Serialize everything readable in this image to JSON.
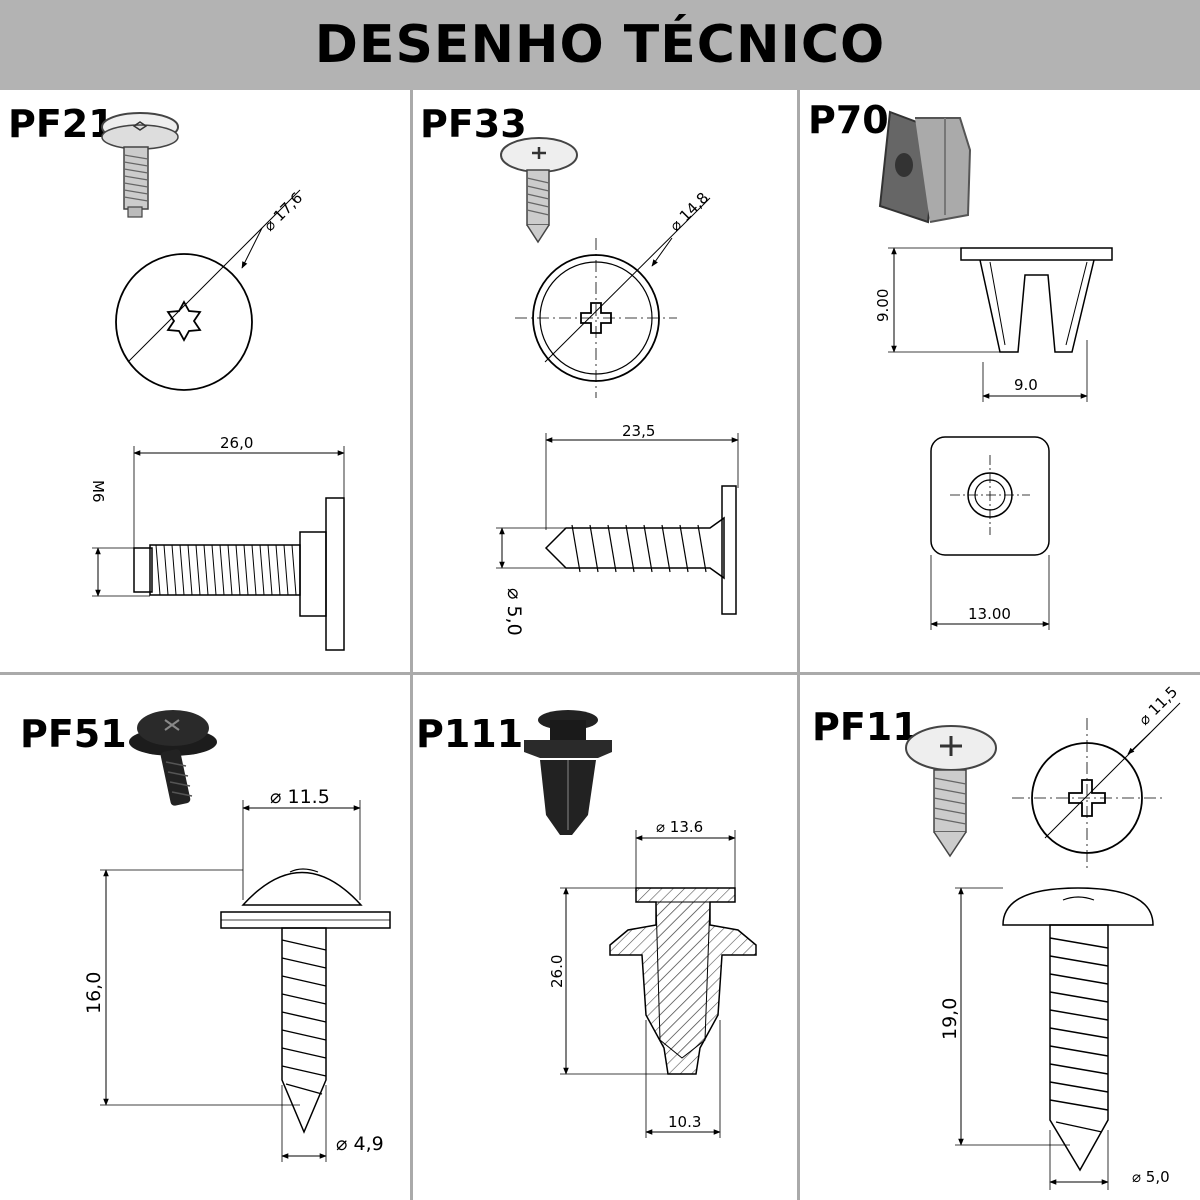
{
  "header": {
    "title": "DESENHO TÉCNICO"
  },
  "parts": [
    {
      "code": "PF21",
      "dims": [
        "17,6",
        "26,0",
        "M6"
      ]
    },
    {
      "code": "PF33",
      "dims": [
        "14,8",
        "23,5",
        "5,0"
      ]
    },
    {
      "code": "P70",
      "dims": [
        "9.00",
        "9.0",
        "13.00"
      ]
    },
    {
      "code": "PF51",
      "dims": [
        "11.5",
        "16,0",
        "4,9"
      ]
    },
    {
      "code": "P111",
      "dims": [
        "13.6",
        "26.0",
        "10.3"
      ]
    },
    {
      "code": "PF11",
      "dims": [
        "11,5",
        "19,0",
        "5,0"
      ]
    }
  ],
  "colors": {
    "header_bg": "#b3b3b3",
    "divider": "#aaaaaa",
    "ink": "#000000",
    "part_dark": "#222222",
    "part_light": "#e6e6e6"
  }
}
